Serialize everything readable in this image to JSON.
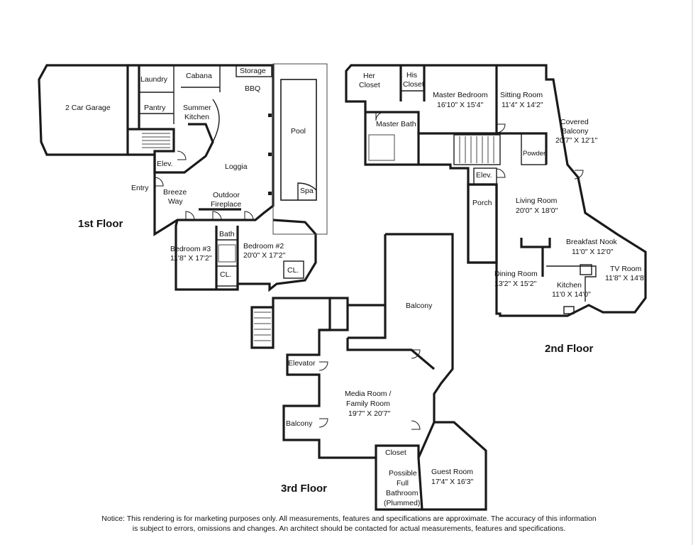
{
  "floors": {
    "first": "1st Floor",
    "second": "2nd Floor",
    "third": "3rd Floor"
  },
  "rooms": {
    "garage": "2 Car Garage",
    "laundry": "Laundry",
    "cabana": "Cabana",
    "storage": "Storage",
    "bbq": "BBQ",
    "pantry": "Pantry",
    "summer_kitchen_1": "Summer",
    "summer_kitchen_2": "Kitchen",
    "pool": "Pool",
    "spa": "Spa",
    "elev_1": "Elev.",
    "loggia": "Loggia",
    "entry": "Entry",
    "breezeway_1": "Breeze",
    "breezeway_2": "Way",
    "fireplace_1": "Outdoor",
    "fireplace_2": "Fireplace",
    "bath_1": "Bath",
    "bedroom3": "Bedroom #3",
    "bedroom3_dim": "11'8\" X 17'2\"",
    "bedroom2": "Bedroom #2",
    "bedroom2_dim": "20'0\" X 17'2\"",
    "cl_1": "CL.",
    "cl_2": "CL.",
    "her_closet_1": "Her",
    "her_closet_2": "Closet",
    "his_closet_1": "His",
    "his_closet_2": "Closet",
    "master_bedroom": "Master Bedroom",
    "master_bedroom_dim": "16'10\" X 15'4\"",
    "sitting_room": "Sitting Room",
    "sitting_room_dim": "11'4\" X 14'2\"",
    "master_bath": "Master Bath",
    "covered_balcony_1": "Covered",
    "covered_balcony_2": "Balcony",
    "covered_balcony_dim": "20'7\" X 12'1\"",
    "powder": "Powder",
    "elev_2": "Elev.",
    "porch": "Porch",
    "living_room": "Living Room",
    "living_room_dim": "20'0\" X 18'0\"",
    "breakfast_nook": "Breakfast Nook",
    "breakfast_nook_dim": "11'0\" X 12'0\"",
    "tv_room": "TV Room",
    "tv_room_dim": "11'8\" X 14'8\"",
    "dining_room": "Dining Room",
    "dining_room_dim": "13'2\" X 15'2\"",
    "kitchen": "Kitchen",
    "kitchen_dim": "11'0 X 14'0\"",
    "balcony_upper": "Balcony",
    "elevator": "Elevator",
    "media_room_1": "Media Room /",
    "media_room_2": "Family Room",
    "media_room_dim": "19'7\" X 20'7\"",
    "balcony_lower": "Balcony",
    "closet": "Closet",
    "possible_1": "Possible",
    "possible_2": "Full",
    "possible_3": "Bathroom",
    "possible_4": "(Plummed)",
    "guest_room": "Guest Room",
    "guest_room_dim": "17'4\" X 16'3\""
  },
  "notice": {
    "line1": "Notice: This rendering is for marketing purposes only. All measurements, features and specifications are approximate. The accuracy of this information",
    "line2": "is subject to errors, omissions and changes. An architect should be contacted for actual measurements, features and specifications."
  }
}
